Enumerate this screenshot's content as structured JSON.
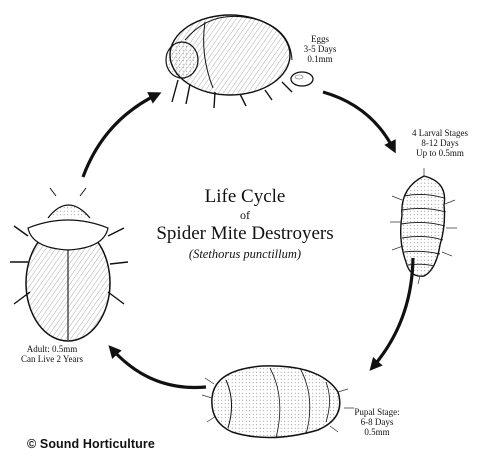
{
  "title": {
    "line1": "Life Cycle",
    "line2": "of",
    "line3": "Spider Mite Destroyers",
    "scientific_name": "(Stethorus punctillum)"
  },
  "stages": {
    "eggs": {
      "name": "Eggs",
      "duration": "3-5 Days",
      "size": "0.1mm"
    },
    "larva": {
      "name": "4 Larval Stages",
      "duration": "8-12 Days",
      "size": "Up to 0.5mm"
    },
    "pupa": {
      "name": "Pupal Stage:",
      "duration": "6-8 Days",
      "size": "0.5mm"
    },
    "adult": {
      "size": "Adult: 0.5mm",
      "lifespan": "Can Live 2 Years"
    }
  },
  "copyright": "© Sound Horticulture",
  "colors": {
    "ink": "#111111",
    "background": "#ffffff"
  }
}
